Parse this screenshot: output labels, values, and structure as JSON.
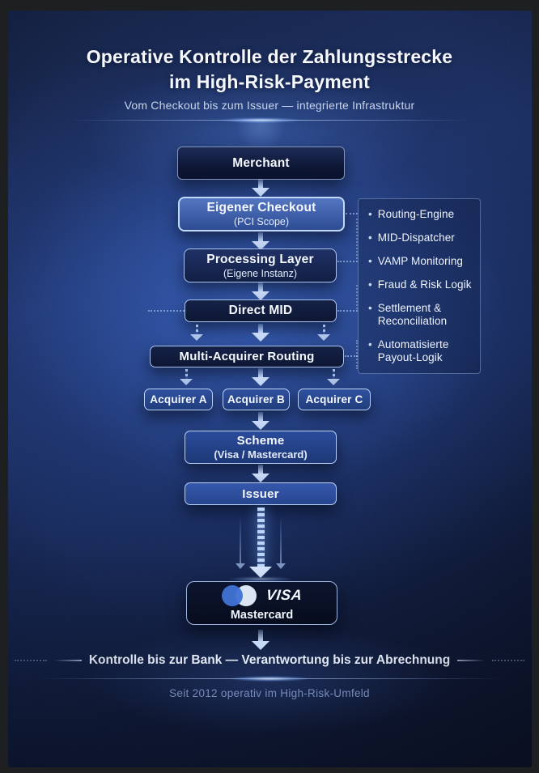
{
  "header": {
    "title_line1": "Operative Kontrolle der Zahlungsstrecke",
    "title_line2": "im High-Risk-Payment",
    "subtitle": "Vom Checkout bis zum Issuer — integrierte Infrastruktur"
  },
  "flow": {
    "merchant": {
      "label": "Merchant"
    },
    "checkout": {
      "label": "Eigener Checkout",
      "sublabel": "(PCI Scope)"
    },
    "processing": {
      "label": "Processing Layer",
      "sublabel": "(Eigene Instanz)"
    },
    "direct_mid": {
      "label": "Direct MID"
    },
    "routing": {
      "label": "Multi-Acquirer Routing"
    },
    "acquirers": [
      {
        "label": "Acquirer A"
      },
      {
        "label": "Acquirer B"
      },
      {
        "label": "Acquirer C"
      }
    ],
    "scheme": {
      "label": "Scheme",
      "sublabel": "(Visa / Mastercard)"
    },
    "issuer": {
      "label": "Issuer"
    },
    "card_brands": {
      "visa": "VISA",
      "mastercard": "Mastercard"
    }
  },
  "side_panel": {
    "bullet": "•",
    "items": [
      "Routing-Engine",
      "MID-Dispatcher",
      "VAMP Monitoring",
      "Fraud & Risk Logik",
      "Settlement &\nReconciliation",
      "Automatisierte\nPayout-Logik"
    ]
  },
  "footer": {
    "tagline": "Kontrolle bis zur Bank — Verantwortung bis zur Abrechnung",
    "since": "Seit 2012 operativ im High-Risk-Umfeld"
  },
  "colors": {
    "accent_light_blue": "#b9d2f6",
    "background_center_blue": "#2a4a9a",
    "deep_navy": "#0a1430",
    "mastercard_circle_blue": "#3f73d3",
    "mastercard_circle_light": "#dbe4f2",
    "muted_footer_blue": "#8096c8"
  }
}
